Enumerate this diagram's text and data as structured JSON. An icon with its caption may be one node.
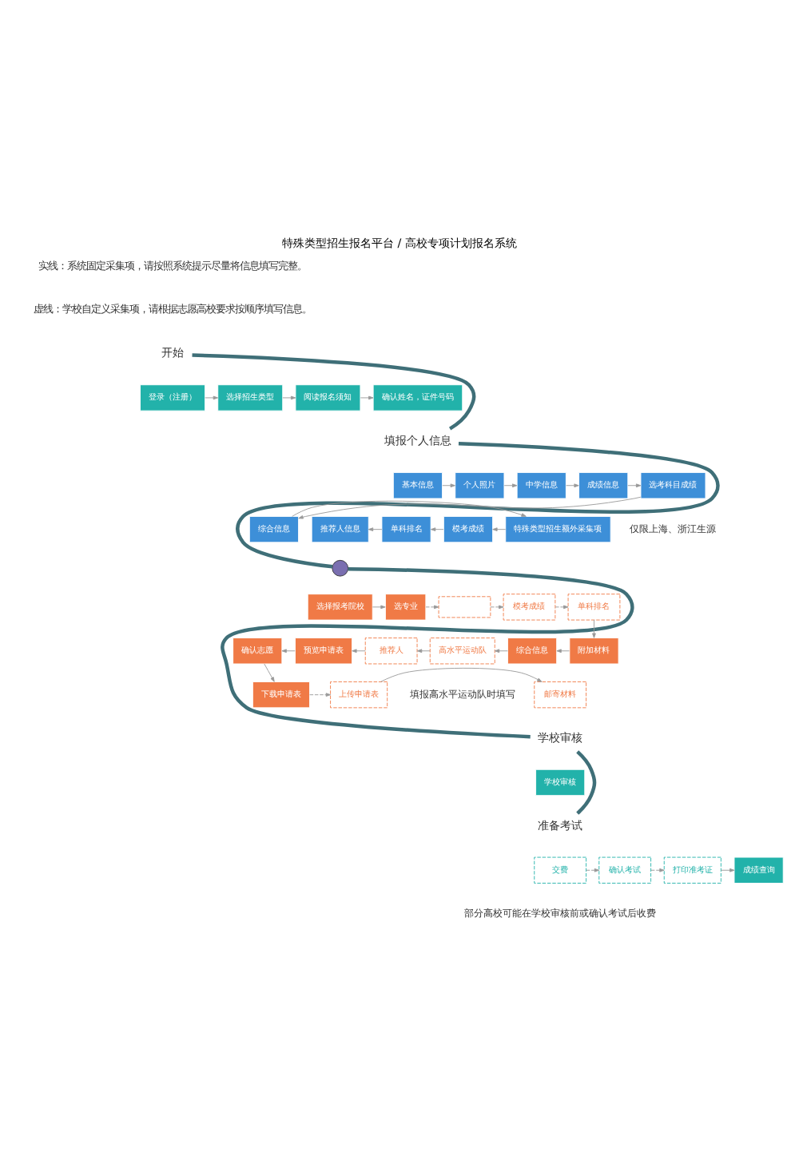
{
  "diagram": {
    "title": "特殊类型招生报名平台 / 高校专项计划报名系统",
    "nodes": [
      {
        "text": [
          "开始"
        ]
      },
      {
        "text": [
          "登录（注册）"
        ]
      },
      {
        "text": [
          "选择招生类型"
        ]
      },
      {
        "text": [
          "阅读报名须知"
        ]
      },
      {
        "text": [
          "确认姓名，证件号码"
        ]
      },
      {
        "text": [
          "填报个人信息"
        ]
      },
      {
        "text": [
          "基本信息"
        ]
      },
      {
        "text": [
          "个人照片"
        ]
      },
      {
        "text": [
          "中学信息"
        ]
      },
      {
        "text": [
          "成绩信息"
        ]
      },
      {
        "text": [
          "选考科目成绩"
        ],
        "beside": [
          "仅限上海、浙江生源"
        ]
      },
      {
        "text": [
          "综合信息"
        ]
      },
      {
        "text": [
          "特殊类型招生额外采集项"
        ]
      },
      {
        "text": [
          "模考成绩"
        ]
      },
      {
        "text": [
          "单科排名"
        ]
      },
      {
        "text": [
          "推荐人信息"
        ]
      },
      {
        "text": [],
        "shape": "circle"
      },
      {
        "text": [
          "选择报考院校"
        ]
      },
      {
        "text": [
          "选专业"
        ]
      },
      {
        "text": [],
        "shape": "box"
      },
      {
        "text": [
          "模考成绩"
        ]
      },
      {
        "text": [
          "单科排名"
        ]
      },
      {
        "text": [
          "附加材料"
        ]
      },
      {
        "text": [
          "综合信息"
        ]
      },
      {
        "text": [
          "高水平运动队"
        ],
        "beside": [
          "填报高水平运动队时填写"
        ]
      },
      {
        "text": [
          "推荐人"
        ]
      },
      {
        "text": [
          "预览申请表"
        ]
      },
      {
        "text": [
          "确认志愿"
        ]
      },
      {
        "text": [
          "下载申请表"
        ]
      },
      {
        "text": [
          "上传申请表"
        ]
      },
      {
        "text": [
          "邮寄材料"
        ]
      },
      {
        "text": [
          "学校审核"
        ]
      },
      {
        "text": [
          "学校审核"
        ]
      },
      {
        "text": [
          "准备考试"
        ]
      },
      {
        "text": [
          "交费"
        ],
        "beside": [
          "部分高校可能在学校审核前或确认考试后收费"
        ]
      },
      {
        "text": [
          "确认考试"
        ]
      },
      {
        "text": [
          "打印准考证"
        ]
      },
      {
        "text": [
          "成绩查询"
        ]
      }
    ],
    "edges": [
      {
        "from": 0,
        "to": 5,
        "arrow": "none",
        "style": "thick",
        "color": "#3f6f78"
      },
      {
        "from": 5,
        "to": 16,
        "arrow": "none",
        "style": "thick",
        "color": "#3f6f78"
      },
      {
        "from": 16,
        "to": 31,
        "arrow": "none",
        "style": "thick",
        "color": "#3f6f78"
      },
      {
        "from": 31,
        "to": 33,
        "arrow": "none",
        "style": "thick",
        "color": "#3f6f78"
      },
      {
        "from": 1,
        "to": 2,
        "arrow": "to"
      },
      {
        "from": 2,
        "to": 3,
        "arrow": "to"
      },
      {
        "from": 3,
        "to": 4,
        "arrow": "to"
      },
      {
        "from": 6,
        "to": 7,
        "arrow": "to"
      },
      {
        "from": 7,
        "to": 8,
        "arrow": "to"
      },
      {
        "from": 8,
        "to": 9,
        "arrow": "to"
      },
      {
        "from": 9,
        "to": 10,
        "arrow": "to"
      },
      {
        "from": 10,
        "to": 11,
        "arrow": "to"
      },
      {
        "from": 11,
        "to": 12,
        "arrow": "to"
      },
      {
        "from": 12,
        "to": 13,
        "arrow": "to"
      },
      {
        "from": 13,
        "to": 14,
        "arrow": "to"
      },
      {
        "from": 14,
        "to": 15,
        "arrow": "to"
      },
      {
        "from": 17,
        "to": 18,
        "arrow": "to"
      },
      {
        "from": 18,
        "to": 19,
        "arrow": "to",
        "style": "dashed"
      },
      {
        "from": 19,
        "to": 20,
        "arrow": "to",
        "style": "dashed"
      },
      {
        "from": 20,
        "to": 21,
        "arrow": "to",
        "style": "dashed"
      },
      {
        "from": 21,
        "to": 22,
        "arrow": "to"
      },
      {
        "from": 22,
        "to": 23,
        "arrow": "to"
      },
      {
        "from": 23,
        "to": 24,
        "arrow": "to"
      },
      {
        "from": 24,
        "to": 25,
        "arrow": "to"
      },
      {
        "from": 25,
        "to": 26,
        "arrow": "to"
      },
      {
        "from": 26,
        "to": 27,
        "arrow": "to"
      },
      {
        "from": 27,
        "to": 28,
        "arrow": "to"
      },
      {
        "from": 28,
        "to": 29,
        "arrow": "to",
        "style": "dashed"
      },
      {
        "from": 29,
        "to": 30,
        "arrow": "to"
      },
      {
        "from": 34,
        "to": 35,
        "arrow": "to",
        "style": "dashed"
      },
      {
        "from": 35,
        "to": 36,
        "arrow": "to",
        "style": "dashed"
      },
      {
        "from": 36,
        "to": 37,
        "arrow": "to"
      }
    ],
    "labels": [
      "实线：系统固定采集项，请按照系统提示尽量将信息填写完整。",
      "虚线：学校自定义采集项，请根据志愿高校要求按顺序填写信息。"
    ]
  }
}
